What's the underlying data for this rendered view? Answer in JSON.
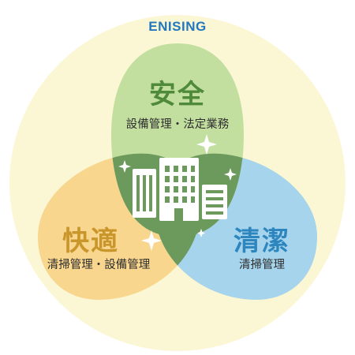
{
  "brand": "ENISING",
  "circles": {
    "safety": {
      "title": "安全",
      "subtitle": "設備管理・法定業務"
    },
    "comfort": {
      "title": "快適",
      "subtitle": "清掃管理・設備管理"
    },
    "cleanliness": {
      "title": "清潔",
      "subtitle": "清掃管理"
    }
  },
  "colors": {
    "outer": "#fbf7d4",
    "safety": "#c3dfa0",
    "comfort": "#f9d68e",
    "cleanliness": "#a5d4ec",
    "overlap": "#6b9a5c",
    "brand": "#2278bf",
    "safety_title": "#4f8a3a",
    "comfort_title": "#c9962c",
    "cleanliness_title": "#2e86bf"
  },
  "center_icon": "office-buildings-icon"
}
